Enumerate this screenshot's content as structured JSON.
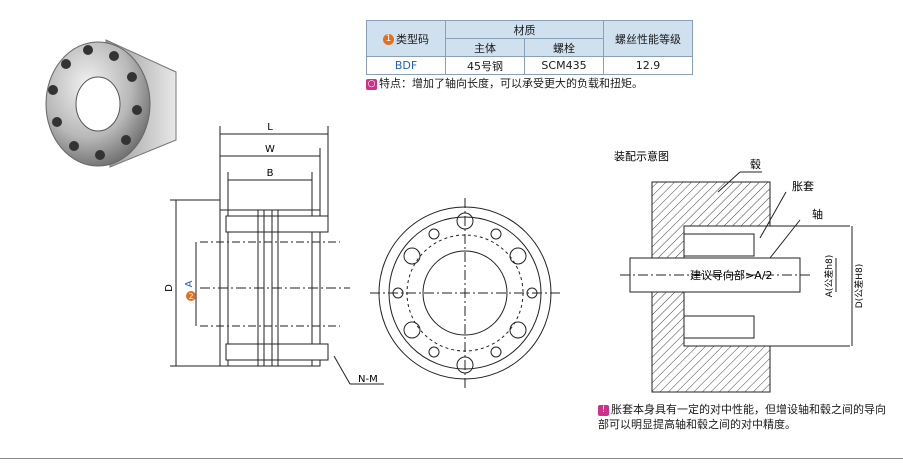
{
  "spec_table": {
    "type_code_label": "类型码",
    "material_label": "材质",
    "body_label": "主体",
    "bolt_label": "螺栓",
    "bolt_grade_label": "螺丝性能等级",
    "type_code": "BDF",
    "body_material": "45号钢",
    "bolt_material": "SCM435",
    "bolt_grade": "12.9"
  },
  "feature_note": "特点：增加了轴向长度，可以承受更大的负载和扭矩。",
  "side_view": {
    "dim_L": "L",
    "dim_W": "W",
    "dim_B": "B",
    "dim_D": "D",
    "dim_A": "A",
    "dim_NM": "N-M"
  },
  "assembly": {
    "title": "装配示意图",
    "hub_label": "毂",
    "sleeve_label": "胀套",
    "shaft_label": "轴",
    "guide_text": "建议导向部>A/2",
    "dim_A_tol": "A(公差h8)",
    "dim_D_tol": "D(公差H8)"
  },
  "bottom_note": "胀套本身具有一定的对中性能，但增设轴和毂之间的导向部可以明显提高轴和毂之间的对中精度。",
  "colors": {
    "accent_blue": "#1f5fbf",
    "badge_orange": "#e07020",
    "badge_pink": "#d0308a",
    "table_header": "#cfe0ef"
  },
  "icons": [
    "badge-1-icon",
    "badge-2-icon",
    "badge-note-icon"
  ]
}
